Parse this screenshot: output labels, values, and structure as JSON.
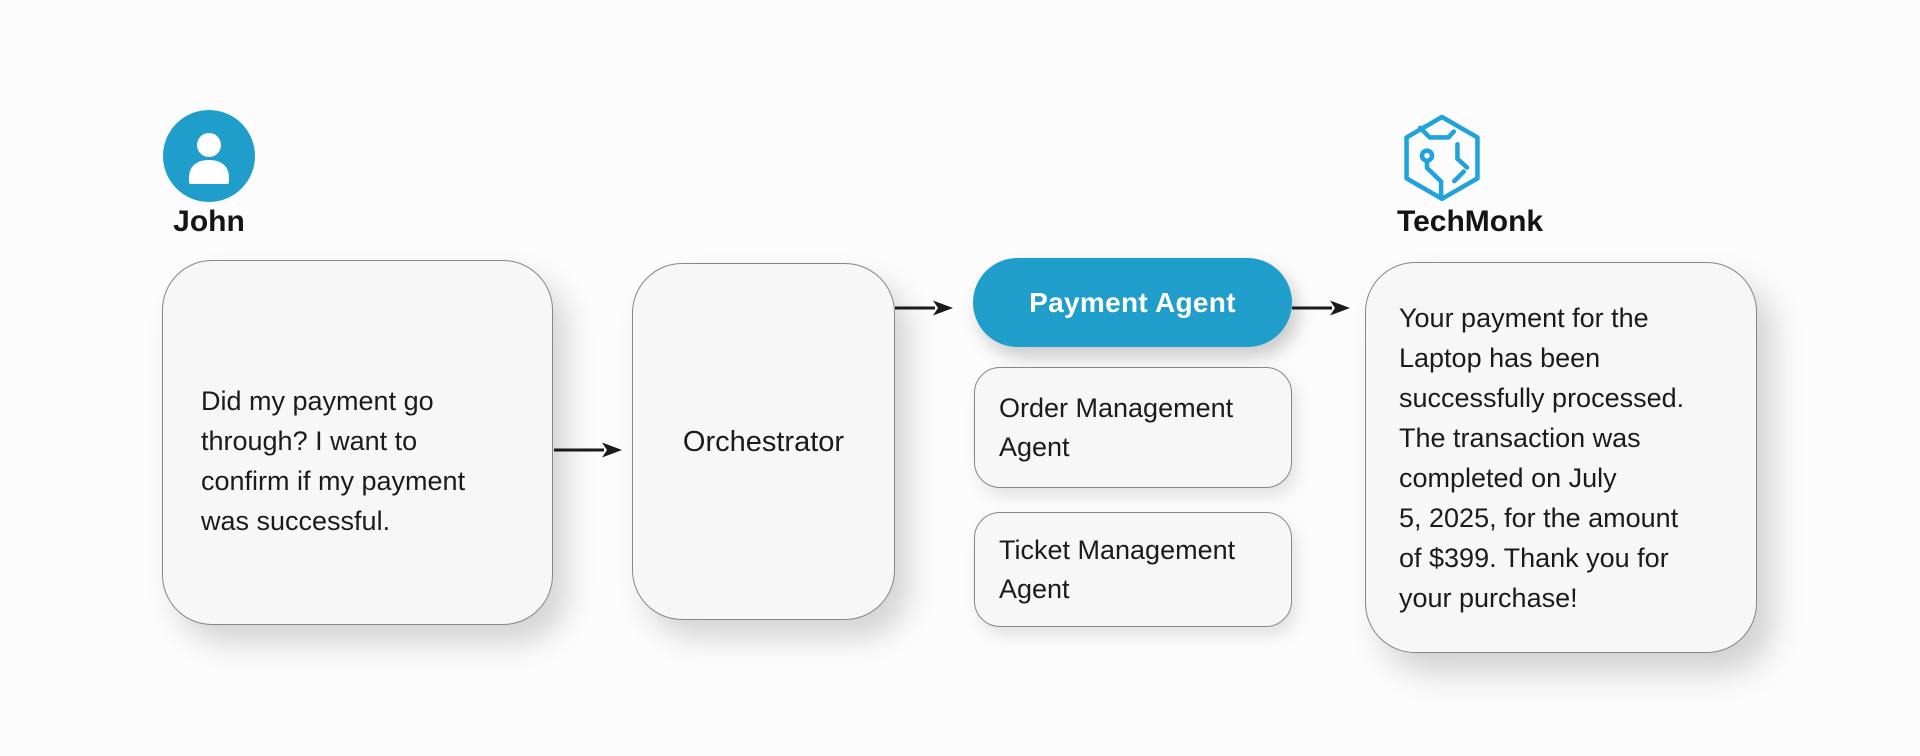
{
  "colors": {
    "brand_blue": "#1f9dcb",
    "logo_stroke_blue": "#20a3da",
    "node_background": "#f7f7f8",
    "node_border": "#878787",
    "page_background": "#fcfcfc",
    "text": "#1b1b1b",
    "pill_text": "#ffffff",
    "arrow": "#1a1a1a"
  },
  "actors": {
    "user": {
      "name": "John",
      "icon": "user-avatar-icon"
    },
    "bot": {
      "name": "TechMonk",
      "icon": "techmonk-hexagon-icon"
    }
  },
  "flow": {
    "user_message": "Did my payment go\nthrough? I want to\nconfirm if my payment\nwas successful.",
    "orchestrator": {
      "label": "Orchestrator"
    },
    "agents": [
      {
        "label": "Payment Agent",
        "highlighted": true
      },
      {
        "label": "Order Management\nAgent",
        "highlighted": false
      },
      {
        "label": "Ticket Management\nAgent",
        "highlighted": false
      }
    ],
    "bot_message": "Your payment for the\nLaptop has been\nsuccessfully processed.\nThe transaction was\ncompleted on July\n5, 2025, for the amount\nof $399. Thank you for\nyour purchase!"
  },
  "connectors": [
    "user-message-to-orchestrator",
    "orchestrator-to-payment-agent",
    "payment-agent-to-bot-message"
  ]
}
